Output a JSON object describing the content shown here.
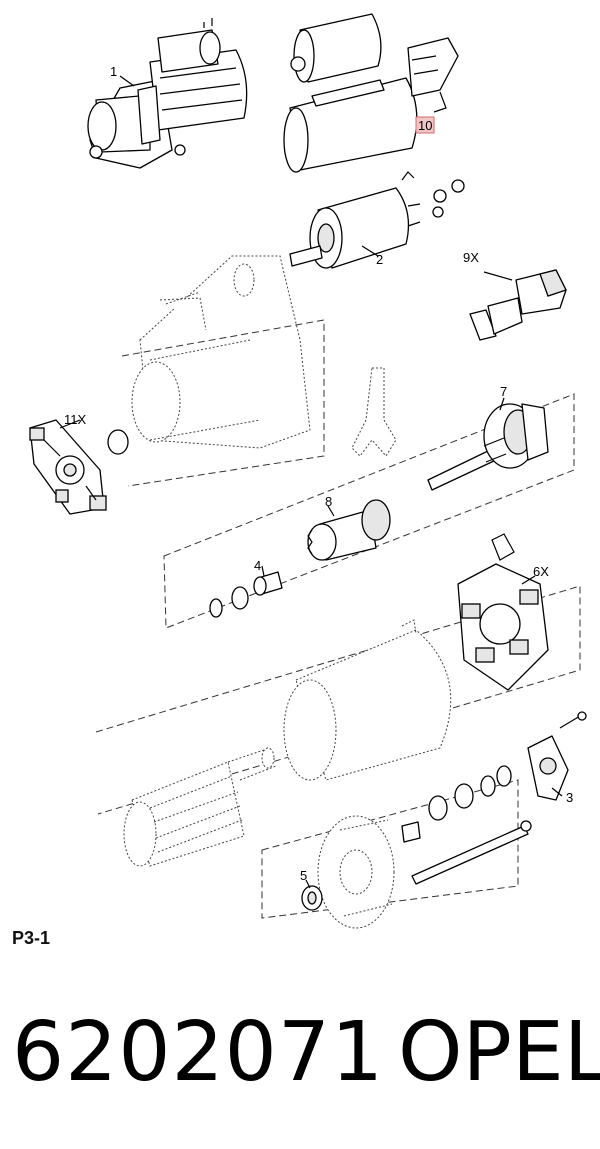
{
  "diagram": {
    "labels": {
      "l1": "1",
      "l2": "2",
      "l3": "3",
      "l4": "4",
      "l5": "5",
      "l6": "6X",
      "l7": "7",
      "l8": "8",
      "l9": "9X",
      "l10": "10",
      "l11": "11X"
    },
    "highlight_color": "#f3c6c6"
  },
  "footer": {
    "page_code": "P3-1",
    "part_number": "6202071",
    "brand": "OPEL"
  }
}
